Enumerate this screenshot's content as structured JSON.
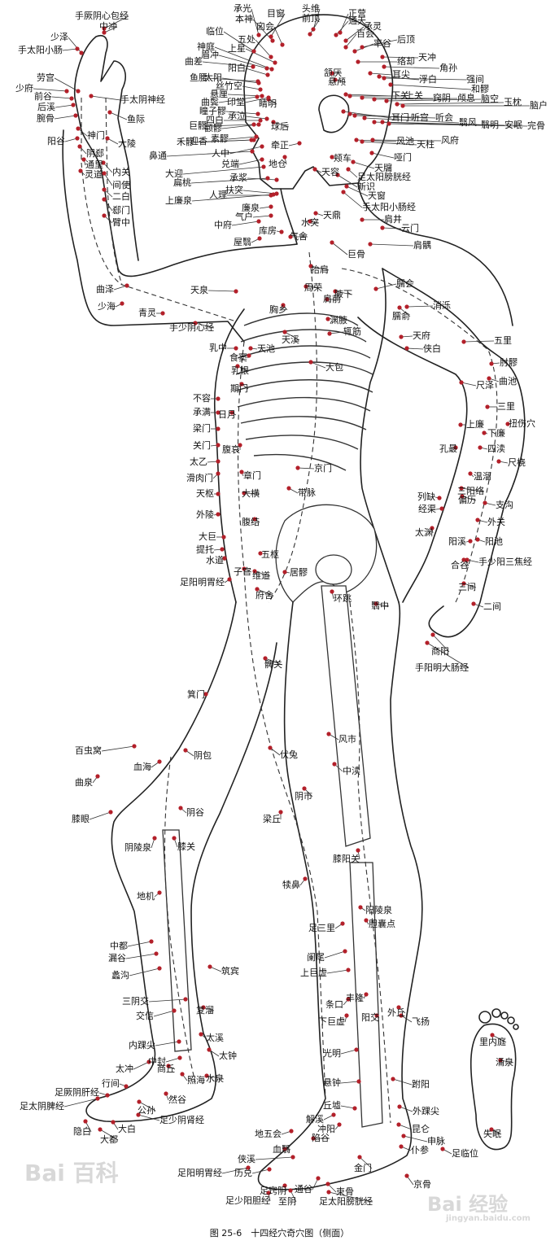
{
  "figure": {
    "caption": "图 25-6　十四经穴奇穴图（侧面）"
  },
  "watermarks": [
    "Bai 百科",
    "Bai 经验",
    "jingyan.baidu.com"
  ],
  "labels": [
    "手厥阴心包经",
    "中冲",
    "少泽",
    "手太阳小肠",
    "承光",
    "目窗",
    "头维",
    "正营",
    "本神",
    "囟会",
    "前顶",
    "通天",
    "承灵",
    "临位",
    "五处",
    "上星",
    "百会",
    "率谷",
    "后顶",
    "神庭",
    "曲差",
    "眉冲",
    "阳白",
    "络却",
    "天冲",
    "角孙",
    "颔厌",
    "悬颅",
    "耳尖",
    "浮白",
    "强间",
    "和髎",
    "劳宫",
    "少府",
    "前谷",
    "后溪",
    "腕骨",
    "阳谷",
    "手太阴神经",
    "鱼际",
    "鱼腰",
    "太阳",
    "丝竹空",
    "悬厘",
    "曲鬓",
    "印堂",
    "下关",
    "上关",
    "窍阴",
    "颅息",
    "脑空",
    "玉枕",
    "脑户",
    "睛明",
    "瞳子髎",
    "四白",
    "承泣",
    "球后",
    "耳门",
    "听宫",
    "听会",
    "翳风",
    "翳明",
    "安眠",
    "完骨",
    "巨髎",
    "颧髎",
    "禾髎",
    "迎香",
    "素髎",
    "牵正",
    "风池",
    "天柱",
    "风府",
    "神门",
    "大陵",
    "阴郄",
    "通里",
    "内关",
    "间使",
    "灵道",
    "二白",
    "郄门",
    "臂中",
    "鼻通",
    "人中",
    "兑端",
    "地仓",
    "颊车",
    "天容",
    "哑门",
    "天牖",
    "大迎",
    "扁桃",
    "承浆",
    "足太阳膀胱经",
    "新识",
    "天窗",
    "廉泉",
    "上廉泉",
    "人理",
    "扶突",
    "手太阳小肠经",
    "天鼎",
    "肩井",
    "气户",
    "中府",
    "库房",
    "水突",
    "云门",
    "屋翳",
    "气舍",
    "肩髃",
    "巨骨",
    "曲泽",
    "天泉",
    "抬肩",
    "周荣",
    "腋下",
    "肩前",
    "臑会",
    "少海",
    "青灵",
    "消泺",
    "手少阴心经",
    "胸乡",
    "臑俞",
    "渊腋",
    "辄筋",
    "天溪",
    "天府",
    "五里",
    "乳中",
    "天池",
    "侠白",
    "肘髎",
    "食窦",
    "尺泽",
    "乳根",
    "曲池",
    "大包",
    "期门",
    "不容",
    "三里",
    "承满",
    "扭伤穴",
    "日月",
    "上廉",
    "下廉",
    "梁门",
    "四渎",
    "关门",
    "腹哀",
    "孔最",
    "太乙",
    "尺桡",
    "滑肉门",
    "章门",
    "京门",
    "温溜",
    "天枢",
    "三阳络",
    "大横",
    "带脉",
    "偏历",
    "外陵",
    "列缺",
    "支沟",
    "经渠",
    "腹结",
    "大巨",
    "太渊",
    "外关",
    "提托",
    "阳溪",
    "阳池",
    "水道",
    "五枢",
    "手少阳三焦经",
    "维道",
    "子宫",
    "居髎",
    "合谷",
    "足阳明胃经",
    "府舍",
    "三间",
    "环跳",
    "翳中",
    "二间",
    "商阳",
    "手阳明大肠经",
    "髀关",
    "箕门",
    "风市",
    "百虫窝",
    "阴包",
    "伏兔",
    "血海",
    "中渎",
    "曲泉",
    "阴谷",
    "阴市",
    "膝眼",
    "梁丘",
    "膝关",
    "膝阳关",
    "阴陵泉",
    "犊鼻",
    "地机",
    "阳陵泉",
    "胆囊点",
    "足三里",
    "中都",
    "漏谷",
    "筑宾",
    "阑尾",
    "蠡沟",
    "上巨虚",
    "条口",
    "丰隆",
    "外丘",
    "三阴交",
    "下巨虚",
    "阳交",
    "飞扬",
    "交信",
    "复溜",
    "光明",
    "里内庭",
    "内踝尖",
    "太溪",
    "太钟",
    "涌泉",
    "中封",
    "跗阳",
    "太冲",
    "商丘",
    "照海",
    "悬钟",
    "水泉",
    "行间",
    "足厥阴肝经",
    "然谷",
    "丘墟",
    "外踝尖",
    "足太阴脾经",
    "公孙",
    "昆仑",
    "解溪",
    "隐白",
    "大白",
    "冲阳",
    "失眠",
    "足少阴肾经",
    "申脉",
    "大都",
    "地五会",
    "陷谷",
    "仆参",
    "足临位",
    "血翳",
    "侠溪",
    "金门",
    "足阳明胃经",
    "历兑",
    "京骨",
    "足窍阴",
    "通谷",
    "束骨",
    "足少阳胆经",
    "至阴",
    "足太阳膀胱经"
  ]
}
